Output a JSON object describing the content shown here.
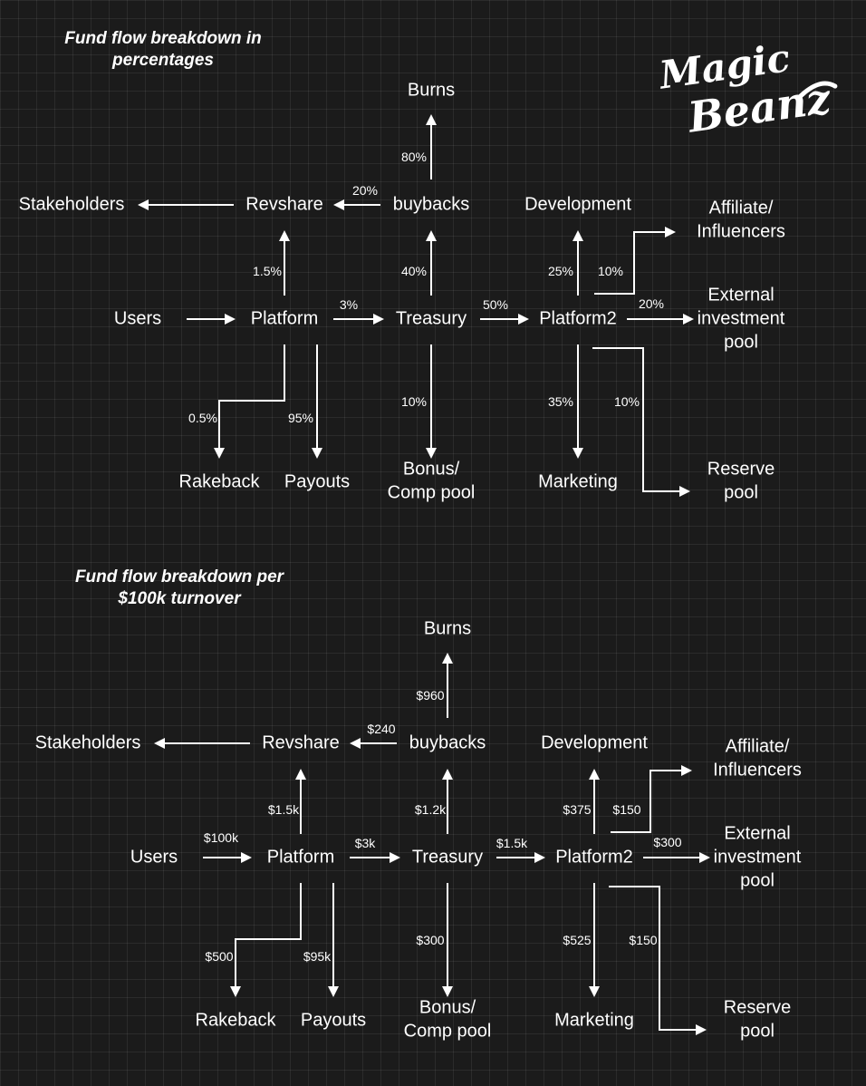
{
  "logo": {
    "line1": "Magic",
    "line2": "Beanz"
  },
  "diagrams": [
    {
      "title": [
        "Fund flow breakdown in",
        "percentages"
      ],
      "nodes": {
        "users": "Users",
        "platform": "Platform",
        "treasury": "Treasury",
        "platform2": "Platform2",
        "revshare": "Revshare",
        "stakeholders": "Stakeholders",
        "buybacks": "buybacks",
        "burns": "Burns",
        "development": "Development",
        "affiliate": [
          "Affiliate/",
          "Influencers"
        ],
        "external": [
          "External",
          "investment",
          "pool"
        ],
        "rakeback": "Rakeback",
        "payouts": "Payouts",
        "bonus": [
          "Bonus/",
          "Comp pool"
        ],
        "marketing": "Marketing",
        "reserve": [
          "Reserve",
          "pool"
        ]
      },
      "edges": {
        "users_platform": "",
        "platform_treasury": "3%",
        "treasury_platform2": "50%",
        "platform_revshare": "1.5%",
        "buybacks_revshare": "20%",
        "revshare_stakeholders": "",
        "treasury_buybacks": "40%",
        "buybacks_burns": "80%",
        "platform2_development": "25%",
        "platform2_affiliate": "10%",
        "platform2_external": "20%",
        "platform_rakeback": "0.5%",
        "platform_payouts": "95%",
        "treasury_bonus": "10%",
        "platform2_marketing": "35%",
        "platform2_reserve": "10%"
      }
    },
    {
      "title": [
        "Fund flow breakdown per",
        "$100k turnover"
      ],
      "nodes": {
        "users": "Users",
        "platform": "Platform",
        "treasury": "Treasury",
        "platform2": "Platform2",
        "revshare": "Revshare",
        "stakeholders": "Stakeholders",
        "buybacks": "buybacks",
        "burns": "Burns",
        "development": "Development",
        "affiliate": [
          "Affiliate/",
          "Influencers"
        ],
        "external": [
          "External",
          "investment",
          "pool"
        ],
        "rakeback": "Rakeback",
        "payouts": "Payouts",
        "bonus": [
          "Bonus/",
          "Comp pool"
        ],
        "marketing": "Marketing",
        "reserve": [
          "Reserve",
          "pool"
        ]
      },
      "edges": {
        "users_platform": "$100k",
        "platform_treasury": "$3k",
        "treasury_platform2": "$1.5k",
        "platform_revshare": "$1.5k",
        "buybacks_revshare": "$240",
        "revshare_stakeholders": "",
        "treasury_buybacks": "$1.2k",
        "buybacks_burns": "$960",
        "platform2_development": "$375",
        "platform2_affiliate": "$150",
        "platform2_external": "$300",
        "platform_rakeback": "$500",
        "platform_payouts": "$95k",
        "treasury_bonus": "$300",
        "platform2_marketing": "$525",
        "platform2_reserve": "$150"
      }
    }
  ]
}
